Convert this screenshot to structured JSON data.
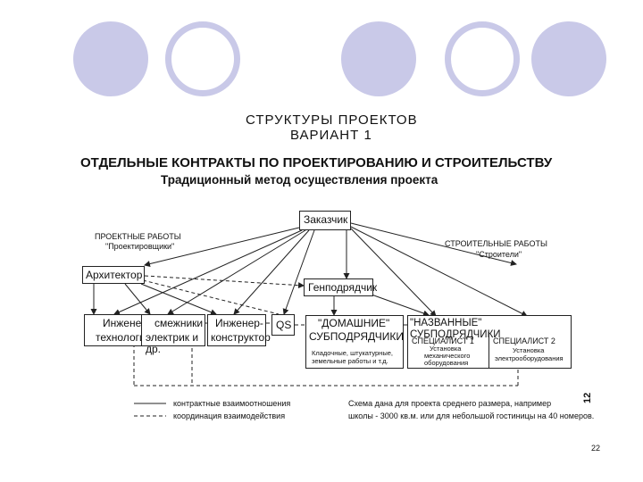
{
  "header": {
    "title_line1": "СТРУКТУРЫ ПРОЕКТОВ",
    "title_line2": "ВАРИАНТ 1",
    "subtitle_line1": "ОТДЕЛЬНЫЕ КОНТРАКТЫ ПО ПРОЕКТИРОВАНИЮ И СТРОИТЕЛЬСТВУ",
    "subtitle_line2": "Традиционный метод осуществления проекта"
  },
  "groups": {
    "design_line1": "ПРОЕКТНЫЕ РАБОТЫ",
    "design_line2": "\"Проектировщики\"",
    "construction_line1": "СТРОИТЕЛЬНЫЕ РАБОТЫ",
    "construction_line2": "\"Строители\""
  },
  "nodes": {
    "customer": "Заказчик",
    "architect": "Архитектор",
    "general_contractor": "Генподрядчик",
    "engineer_technologist_line1": "Инженеры-",
    "engineer_technologist_line2": "технологи",
    "related_line1": "смежники",
    "related_line2": "электрик и др.",
    "engineer_designer_line1": "Инженер-",
    "engineer_designer_line2": "конструктор",
    "qs": "QS",
    "domestic_line1": "\"ДОМАШНИЕ\"",
    "domestic_line2": "СУБПОДРЯДЧИКИ",
    "domestic_detail_line1": "Кладочные, штукатурные,",
    "domestic_detail_line2": "земельные работы и т.д.",
    "nominated_title": "\"НАЗВАННЫЕ\" СУБПОДРЯДЧИКИ",
    "specialist1": "СПЕЦИАЛИСТ 1",
    "specialist1_detail_line1": "Установка",
    "specialist1_detail_line2": "механического",
    "specialist1_detail_line3": "оборудования",
    "specialist2": "СПЕЦИАЛИСТ 2",
    "specialist2_detail_line1": "Установка",
    "specialist2_detail_line2": "электрооборудования"
  },
  "legend": {
    "solid_label": "контрактные взаимоотношения",
    "dashed_label": "координация взаимодействия"
  },
  "note": {
    "line1": "Схема дана для проекта среднего размера, например",
    "line2": "школы - 3000 кв.м. или для небольшой гостиницы на 40 номеров."
  },
  "page": {
    "number": "22",
    "side_number": "12"
  },
  "colors": {
    "circle": "#c9c9e8",
    "line": "#222222"
  }
}
